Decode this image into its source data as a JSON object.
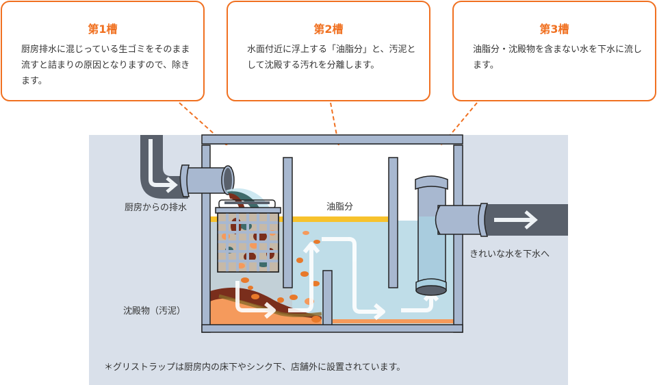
{
  "callouts": [
    {
      "title": "第1槽",
      "text": "厨房排水に混じっている生ゴミをそのまま流すと詰まりの原因となりますので、除きます。"
    },
    {
      "title": "第2槽",
      "text": "水面付近に浮上する「油脂分」と、汚泥として沈殿する汚れを分離します。"
    },
    {
      "title": "第3槽",
      "text": "油脂分・沈殿物を含まない水を下水に流します。"
    }
  ],
  "labels": {
    "inlet": "厨房からの排水",
    "grease": "油脂分",
    "sludge": "沈殿物（汚泥）",
    "outlet": "きれいな水を下水へ",
    "footnote": "＊グリストラップは厨房内の床下やシンク下、店舗外に設置されています。"
  },
  "colors": {
    "accent": "#f07020",
    "panel": "#d9e0ea",
    "tank": "#a8b8d0",
    "pipe_dark": "#59606b",
    "water": "#bfdde8",
    "grease": "#f7c22c",
    "sludge": "#7a2e1c",
    "particle": "#e8792a"
  }
}
